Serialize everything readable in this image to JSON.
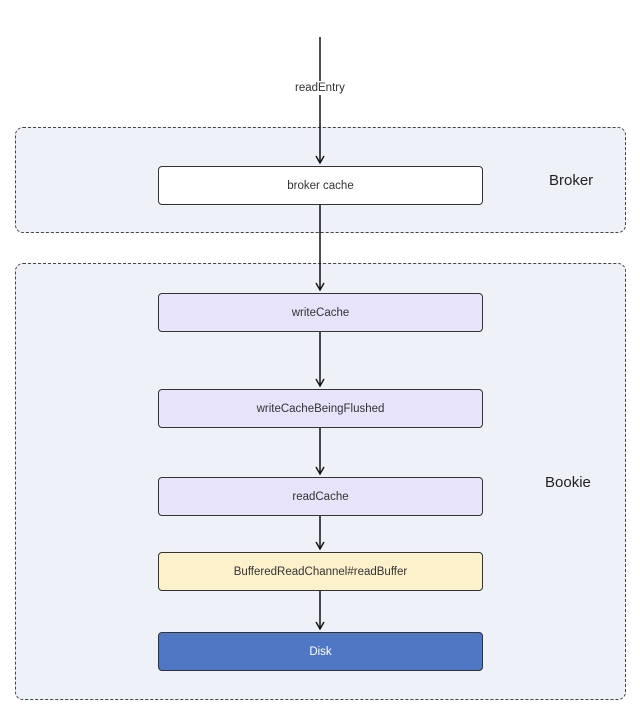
{
  "groups": {
    "broker": {
      "label": "Broker",
      "fill": "#eef1f8"
    },
    "bookie": {
      "label": "Bookie",
      "fill": "#eef1f8"
    }
  },
  "edge_label": "readEntry",
  "nodes": {
    "broker_cache": {
      "label": "broker cache",
      "fill": "#ffffff",
      "text_color": "#333333"
    },
    "write_cache": {
      "label": "writeCache",
      "fill": "#e6e3fa",
      "text_color": "#333333"
    },
    "write_cache_flushed": {
      "label": "writeCacheBeingFlushed",
      "fill": "#e6e3fa",
      "text_color": "#333333"
    },
    "read_cache": {
      "label": "readCache",
      "fill": "#e6e3fa",
      "text_color": "#333333"
    },
    "buffered_read": {
      "label": "BufferedReadChannel#readBuffer",
      "fill": "#fdf1cc",
      "text_color": "#333333"
    },
    "disk": {
      "label": "Disk",
      "fill": "#4f77c4",
      "text_color": "#ffffff"
    }
  }
}
